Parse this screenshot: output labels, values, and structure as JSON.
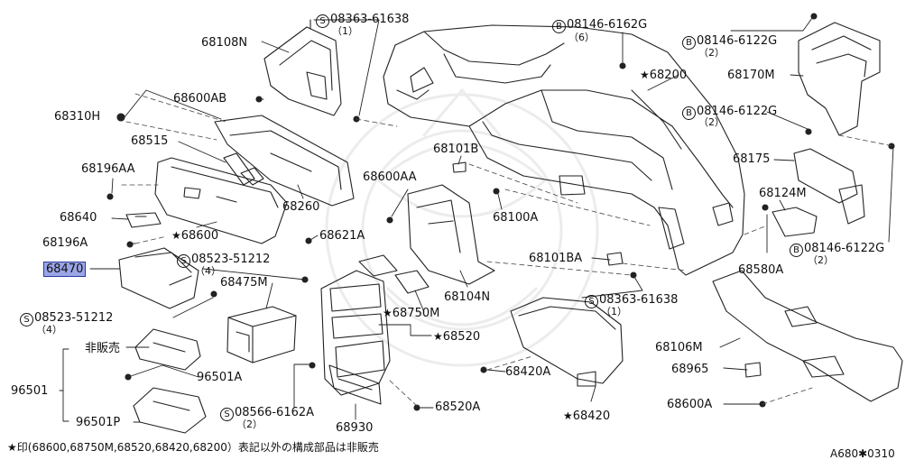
{
  "labels": {
    "p68108N": "68108N",
    "p08363_top_num": "08363-61638",
    "p08363_top_qty": "（1）",
    "p08146_6162G_num": "08146-6162G",
    "p08146_6162G_qty": "（6）",
    "p08146_a_num": "08146-6122G",
    "p08146_a_qty": "（2）",
    "p68200": "68200",
    "p68170M": "68170M",
    "p08146_b_num": "08146-6122G",
    "p08146_b_qty": "（2）",
    "p68600AB": "68600AB",
    "p68310H": "68310H",
    "p68515": "68515",
    "p68101B": "68101B",
    "p68175": "68175",
    "p68196AA": "68196AA",
    "p68600AA": "68600AA",
    "p68124M": "68124M",
    "p68260": "68260",
    "p68640": "68640",
    "p68100A": "68100A",
    "p68600": "68600",
    "p68621A": "68621A",
    "p08146_c_num": "08146-6122G",
    "p08146_c_qty": "（2）",
    "p68196A": "68196A",
    "p68101BA": "68101BA",
    "p68470": "68470",
    "p08523_a_num": "08523-51212",
    "p08523_a_qty": "（4）",
    "p68580A": "68580A",
    "p68475M": "68475M",
    "p68104N": "68104N",
    "p08363_b_num": "08363-61638",
    "p08363_b_qty": "（1）",
    "p08523_b_num": "08523-51212",
    "p08523_b_qty": "（4）",
    "p68750M": "68750M",
    "p68520": "68520",
    "p_hihanbai": "非販売",
    "p68106M": "68106M",
    "p96501A": "96501A",
    "p68420A": "68420A",
    "p68965": "68965",
    "p96501": "96501",
    "p08566_num": "08566-6162A",
    "p08566_qty": "（2）",
    "p68520A": "68520A",
    "p68600A": "68600A",
    "p68930": "68930",
    "p96501P": "96501P",
    "p68420": "68420"
  },
  "symbols": {
    "circle_s": "S",
    "circle_b": "B",
    "star": "★"
  },
  "footnote": "★印(68600,68750M,68520,68420,68200）表記以外の構成部品は非販売",
  "diagram_code": "A680✱0310",
  "highlight": {
    "part": "68470",
    "color": "#9aa6e6"
  }
}
